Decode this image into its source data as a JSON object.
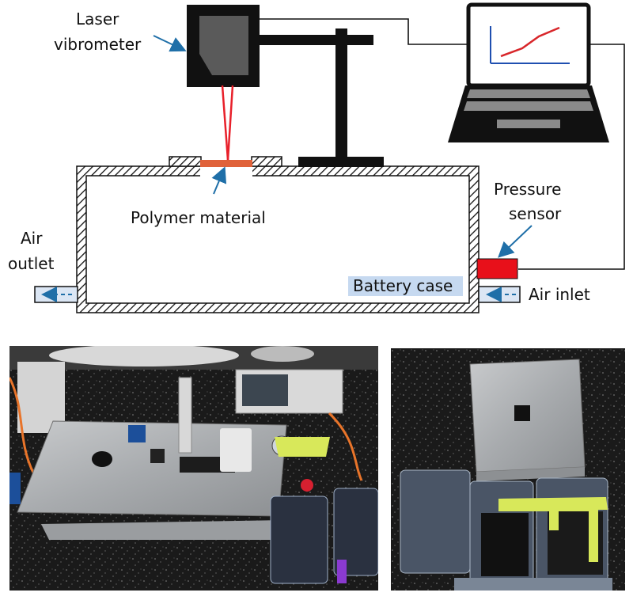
{
  "diagram": {
    "labels": {
      "laser_vibrometer_line1": "Laser",
      "laser_vibrometer_line2": "vibrometer",
      "polymer_material": "Polymer material",
      "pressure_sensor_line1": "Pressure",
      "pressure_sensor_line2": "sensor",
      "air_outlet_line1": "Air",
      "air_outlet_line2": "outlet",
      "air_inlet": "Air inlet",
      "battery_case": "Battery case"
    },
    "colors": {
      "laser_beam": "#e8202a",
      "polymer_strip": "#e0623a",
      "pressure_sensor": "#e8101a",
      "battery_case_label_bg": "#c6d9f0",
      "arrow": "#1f6fa8",
      "air_pipe_fill": "#dbe6f4",
      "laptop_plot_line": "#d8262a",
      "laptop_plot_axis": "#1f4fb0",
      "outline": "#111111"
    },
    "icons": [
      "laser-vibrometer-icon",
      "stand-icon",
      "laptop-icon",
      "battery-case-icon",
      "pressure-sensor-icon",
      "air-pipe-icon"
    ]
  },
  "photos": {
    "left": {
      "subject": "experimental-setup-photo"
    },
    "right": {
      "subject": "test-plates-and-samples-photo"
    }
  }
}
